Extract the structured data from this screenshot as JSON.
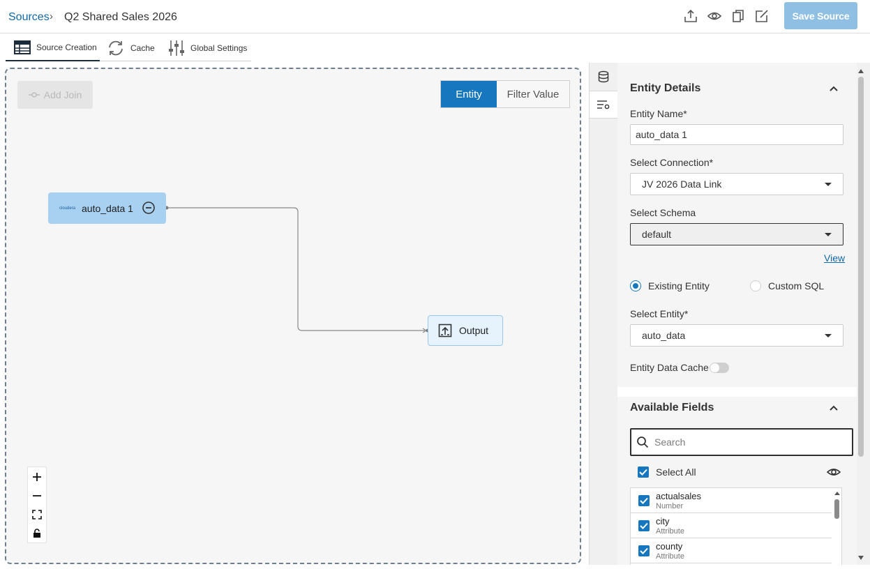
{
  "breadcrumb": {
    "root": "Sources",
    "separator": "›",
    "current": "Q2 Shared Sales 2026"
  },
  "header": {
    "save_label": "Save Source"
  },
  "tabs": [
    {
      "label": "Source Creation",
      "active": true
    },
    {
      "label": "Cache",
      "active": false
    },
    {
      "label": "Global Settings",
      "active": false
    }
  ],
  "canvas": {
    "add_join_label": "Add Join",
    "toggle": {
      "entity_label": "Entity",
      "filter_label": "Filter Value",
      "selected": "Entity"
    },
    "entity_node": {
      "label": "auto_data 1",
      "logo_text": "cloudera"
    },
    "output_node": {
      "label": "Output"
    },
    "zoom_controls": [
      "zoom-in",
      "zoom-out",
      "fit-view",
      "lock"
    ]
  },
  "entity_details": {
    "title": "Entity Details",
    "entity_name_label": "Entity Name*",
    "entity_name_value": "auto_data 1",
    "connection_label": "Select Connection*",
    "connection_value": "JV 2026 Data Link",
    "schema_label": "Select Schema",
    "schema_value": "default",
    "view_link": "View",
    "radio_existing": "Existing Entity",
    "radio_custom": "Custom SQL",
    "radio_selected": "Existing Entity",
    "entity_label": "Select Entity*",
    "entity_value": "auto_data",
    "cache_label": "Entity Data Cache",
    "cache_enabled": false
  },
  "available_fields": {
    "title": "Available Fields",
    "search_placeholder": "Search",
    "select_all_label": "Select All",
    "fields": [
      {
        "name": "actualsales",
        "type": "Number",
        "checked": true
      },
      {
        "name": "city",
        "type": "Attribute",
        "checked": true
      },
      {
        "name": "county",
        "type": "Attribute",
        "checked": true
      }
    ]
  },
  "colors": {
    "primary": "#1677be",
    "save_disabled": "#8fbfe3",
    "node_entity": "#a8d0f0",
    "node_output": "#e6f2fc",
    "link": "#1168a8"
  }
}
